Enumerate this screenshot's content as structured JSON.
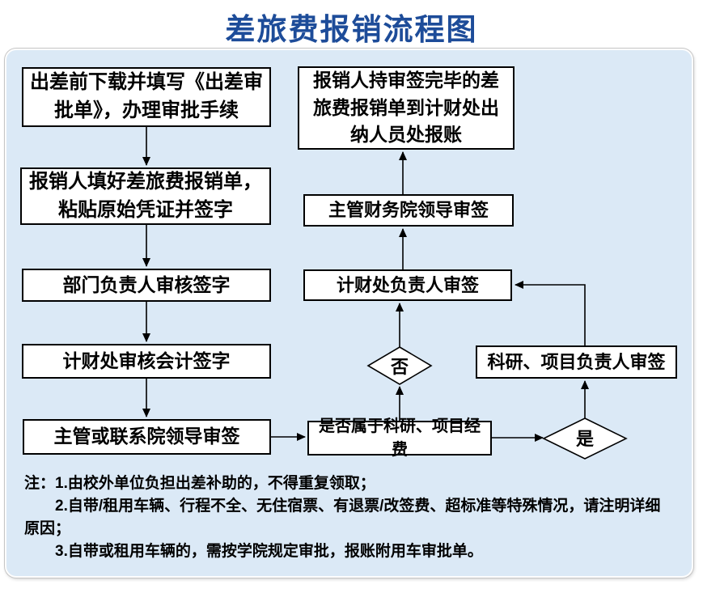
{
  "title": "差旅费报销流程图",
  "nodes": {
    "download_form": "出差前下载并填写《出差审批单》，办理审批手续",
    "fill_form": "报销人填好差旅费报销单，粘贴原始凭证并签字",
    "dept_head_sign": "部门负责人审核签字",
    "finance_accountant_sign": "计财处审核会计签字",
    "college_leader_sign": "主管或联系院领导审签",
    "cashier_reimburse": "报销人持审签完毕的差旅费报销单到计财处出纳人员处报账",
    "finance_college_leader_sign": "主管财务院领导审签",
    "finance_head_sign": "计财处负责人审签",
    "project_leader_sign": "科研、项目负责人审签",
    "is_project_fund_question": "是否属于科研、项目经费",
    "decision_no": "否",
    "decision_yes": "是"
  },
  "notes": [
    "注：1.由校外单位负担出差补助的，不得重复领取；",
    "2.自带/租用车辆、行程不全、无住宿票、有退票/改签费、超标准等特殊情况，请注明详细",
    "原因；",
    "3.自带或租用车辆的，需按学院规定审批，报账附用车审批单。"
  ],
  "colors": {
    "title_blue": "#1d4c99",
    "panel_background": "#dbe9f6",
    "node_background": "#ffffff",
    "node_border": "#000000",
    "page_background": "#ffffff"
  }
}
